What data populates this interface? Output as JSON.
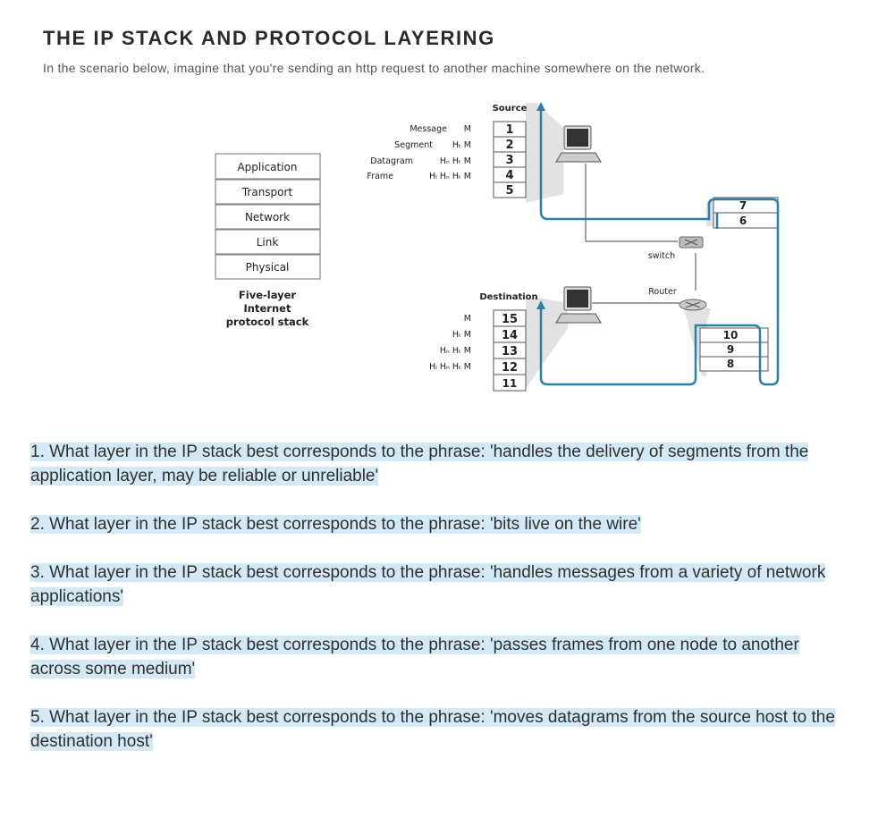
{
  "page": {
    "title": "THE IP STACK AND PROTOCOL LAYERING",
    "subtitle": "In the scenario below, imagine that you're sending an http request to another machine somewhere on the network."
  },
  "figure": {
    "stack_layers": [
      "Application",
      "Transport",
      "Network",
      "Link",
      "Physical"
    ],
    "stack_caption": [
      "Five-layer",
      "Internet",
      "protocol stack"
    ],
    "source_label": "Source",
    "destination_label": "Destination",
    "switch_label": "switch",
    "router_label": "Router",
    "source_pdus": [
      {
        "name": "Message",
        "headers": "M"
      },
      {
        "name": "Segment",
        "headers": "Hₜ  M"
      },
      {
        "name": "Datagram",
        "headers": "Hₙ  Hₜ  M"
      },
      {
        "name": "Frame",
        "headers": "Hₗ  Hₙ  Hₜ  M"
      }
    ],
    "dest_pdus": [
      "M",
      "Hₜ  M",
      "Hₙ  Hₜ  M",
      "Hₗ  Hₙ  Hₜ  M"
    ],
    "source_steps": [
      "1",
      "2",
      "3",
      "4",
      "5"
    ],
    "switch_steps": [
      "7",
      "6"
    ],
    "router_steps": [
      "10",
      "9",
      "8"
    ],
    "dest_steps": [
      "15",
      "14",
      "13",
      "12",
      "11"
    ],
    "colors": {
      "path": "#2c7fa5",
      "stack_border": "#888888"
    }
  },
  "questions": [
    "1. What layer in the IP stack best corresponds to the phrase: 'handles the delivery of segments from the application layer, may be reliable or unreliable'",
    "2. What layer in the IP stack best corresponds to the phrase: 'bits live on the wire'",
    "3. What layer in the IP stack best corresponds to the phrase: 'handles messages from a variety of network applications'",
    "4. What layer in the IP stack best corresponds to the phrase: 'passes frames from one node to another across some medium'",
    "5. What layer in the IP stack best corresponds to the phrase: 'moves datagrams from the source host to the destination host'"
  ]
}
